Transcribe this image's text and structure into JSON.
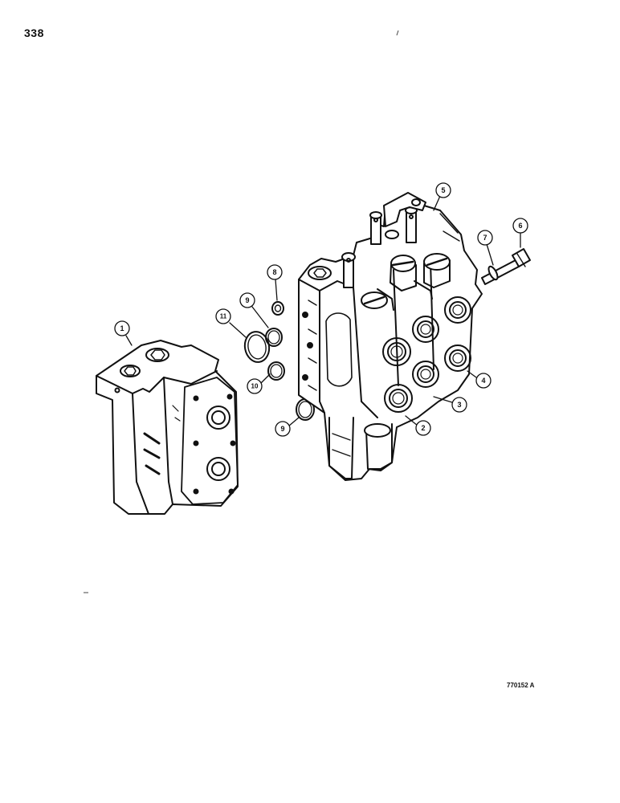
{
  "page": {
    "number": "338",
    "figure_code": "770152 A"
  },
  "callouts": [
    {
      "id": "1",
      "label": "1"
    },
    {
      "id": "2",
      "label": "2"
    },
    {
      "id": "3",
      "label": "3"
    },
    {
      "id": "4",
      "label": "4"
    },
    {
      "id": "5",
      "label": "5"
    },
    {
      "id": "6",
      "label": "6"
    },
    {
      "id": "7",
      "label": "7"
    },
    {
      "id": "8",
      "label": "8"
    },
    {
      "id": "9a",
      "label": "9"
    },
    {
      "id": "9b",
      "label": "9"
    },
    {
      "id": "10",
      "label": "10"
    },
    {
      "id": "11",
      "label": "11"
    }
  ],
  "colors": {
    "ink": "#111111",
    "paper": "#ffffff"
  }
}
